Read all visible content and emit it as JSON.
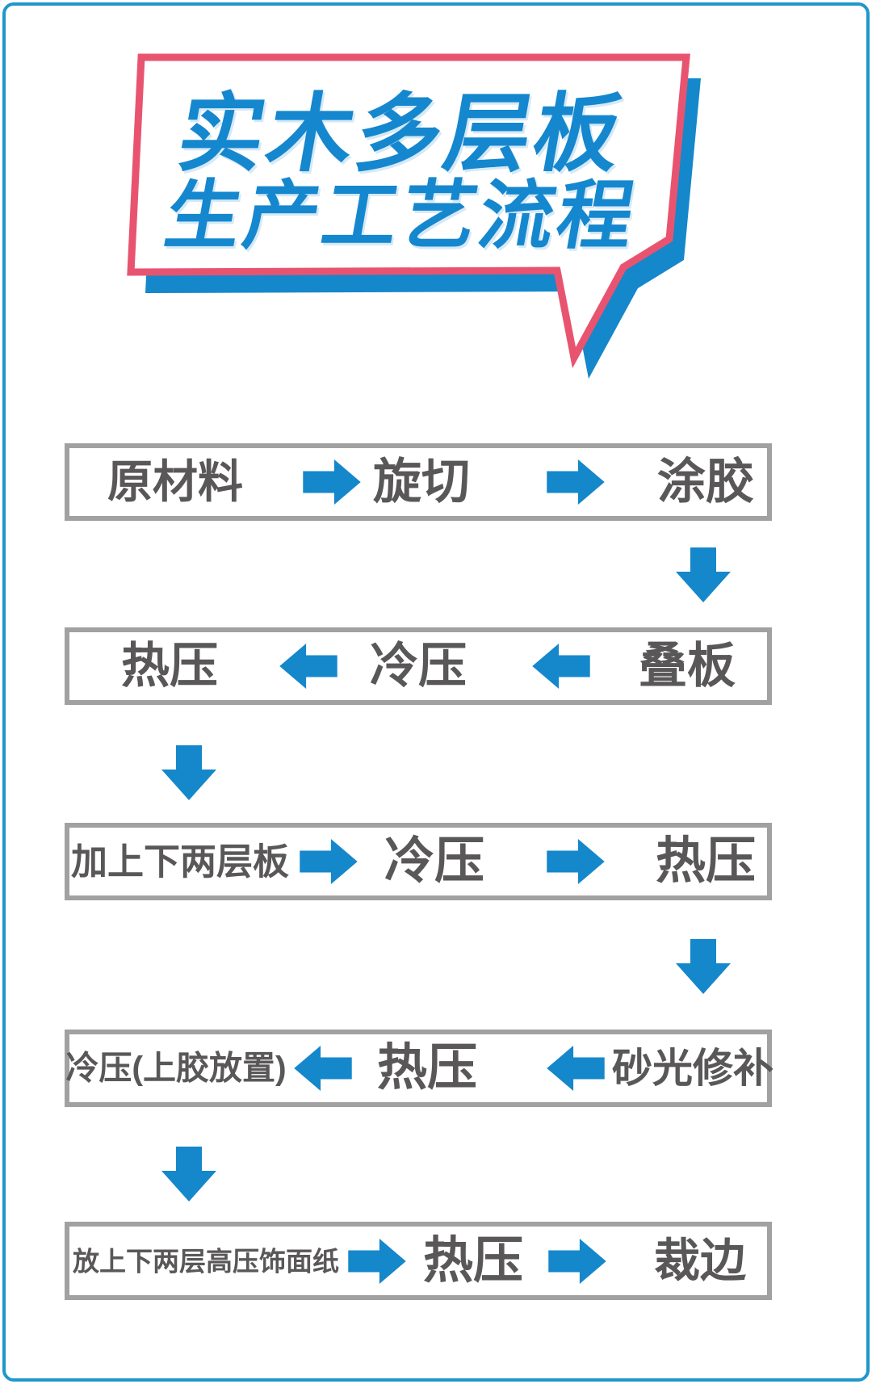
{
  "page": {
    "background": "#ffffff",
    "border_color": "#1e97cc"
  },
  "title": {
    "line1": "实木多层板",
    "line2": "生产工艺流程",
    "text_color": "#1587ce",
    "bubble_fill": "#ffffff",
    "bubble_border_color": "#e85470",
    "bubble_shadow_color": "#1587cb"
  },
  "palette": {
    "arrow_blue": "#1587cb",
    "step_text_gray": "#595757",
    "box_border_gray": "#a1a1a2"
  },
  "flow_rows": [
    {
      "arrow_direction": "right",
      "steps": [
        "原材料",
        "旋切",
        "涂胶"
      ]
    },
    {
      "arrow_direction": "left",
      "steps": [
        "热压",
        "冷压",
        "叠板"
      ]
    },
    {
      "arrow_direction": "right",
      "steps": [
        "加上下两层板",
        "冷压",
        "热压"
      ]
    },
    {
      "arrow_direction": "left",
      "steps": [
        "冷压(上胶放置)",
        "热压",
        "砂光修补"
      ]
    },
    {
      "arrow_direction": "right",
      "steps": [
        "放上下两层高压饰面纸",
        "热压",
        "裁边"
      ]
    }
  ],
  "vertical_connectors": [
    {
      "between_rows": "1-2",
      "side": "right"
    },
    {
      "between_rows": "2-3",
      "side": "left"
    },
    {
      "between_rows": "3-4",
      "side": "right"
    },
    {
      "between_rows": "4-5",
      "side": "left"
    }
  ]
}
